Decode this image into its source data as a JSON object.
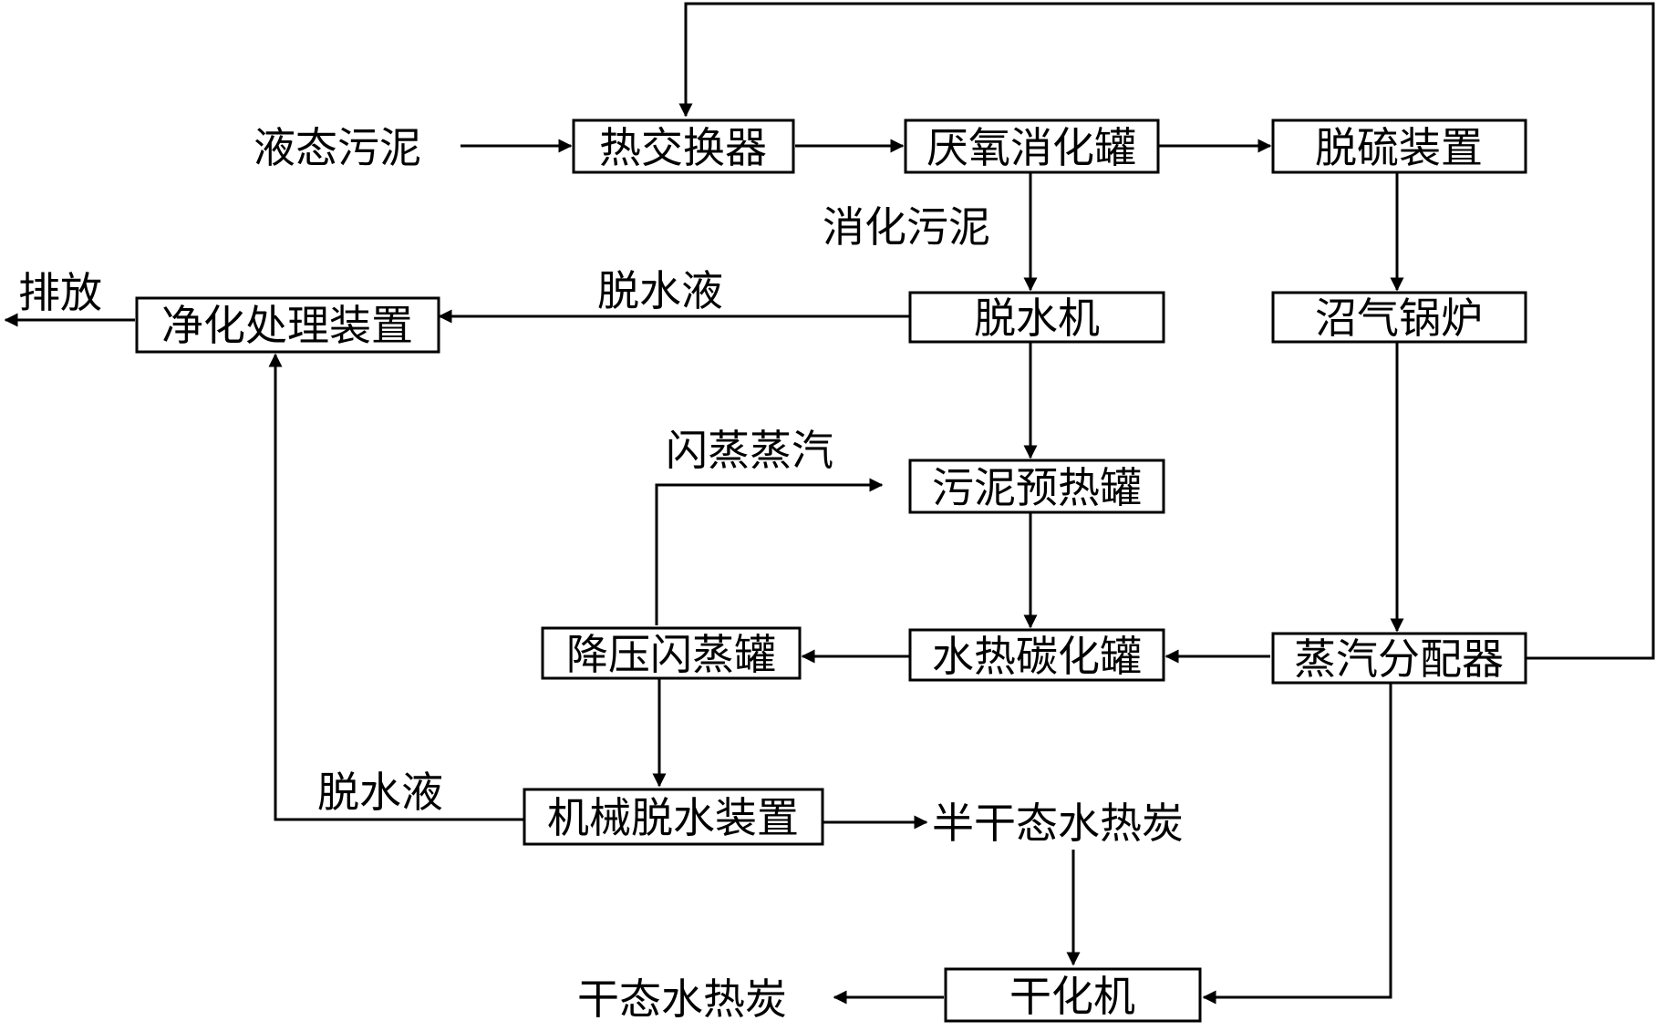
{
  "diagram": {
    "nodes": {
      "heat_exchanger": "热交换器",
      "anaerobic_tank": "厌氧消化罐",
      "desulfurization": "脱硫装置",
      "dewatering_machine": "脱水机",
      "biogas_boiler": "沼气锅炉",
      "purification": "净化处理装置",
      "preheat_tank": "污泥预热罐",
      "htc_tank": "水热碳化罐",
      "flash_tank": "降压闪蒸罐",
      "steam_distributor": "蒸汽分配器",
      "mechanical_dewatering": "机械脱水装置",
      "dryer": "干化机"
    },
    "labels": {
      "liquid_sludge": "液态污泥",
      "digested_sludge": "消化污泥",
      "discharge": "排放",
      "dewatering_liquid_top": "脱水液",
      "flash_steam": "闪蒸蒸汽",
      "dewatering_liquid_bottom": "脱水液",
      "semi_dry_hydrochar": "半干态水热炭",
      "dry_hydrochar": "干态水热炭"
    },
    "colors": {
      "stroke": "#000000",
      "background": "#ffffff"
    }
  }
}
